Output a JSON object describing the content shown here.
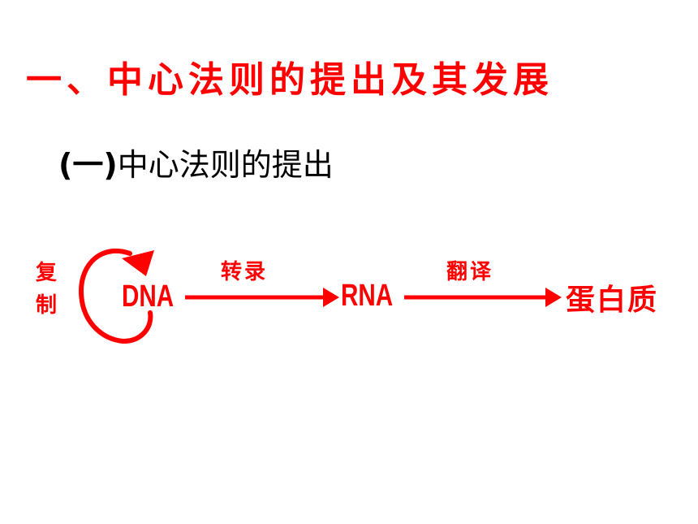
{
  "heading": {
    "title": "一、中心法则的提出及其发展",
    "subtitle_prefix": "(一)",
    "subtitle_text": "中心法则的提出"
  },
  "diagram": {
    "nodes": {
      "dna": "DNA",
      "rna": "RNA",
      "protein": "蛋白质"
    },
    "edges": {
      "replication": "复制",
      "transcription": "转录",
      "translation": "翻译"
    },
    "color": "#ff0000"
  }
}
